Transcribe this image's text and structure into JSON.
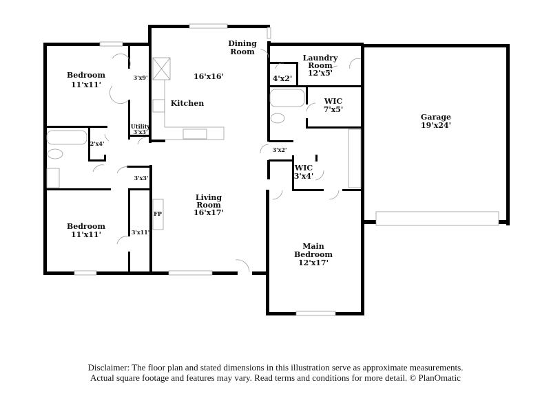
{
  "rooms": {
    "bedroom_1": {
      "name": "Bedroom",
      "dims": "11'x11'"
    },
    "closet_1": {
      "dims": "3'x9'"
    },
    "kitchen_dining": {
      "dims": "16'x16'"
    },
    "dining": {
      "name1": "Dining",
      "name2": "Room"
    },
    "kitchen": {
      "name": "Kitchen"
    },
    "utility": {
      "name": "Utility",
      "dims": "3'x3'"
    },
    "closet_2x4": {
      "dims": "2'x4'"
    },
    "closet_3x3": {
      "dims": "3'x3'"
    },
    "living": {
      "name1": "Living",
      "name2": "Room",
      "dims": "16'x17'"
    },
    "fireplace": {
      "name": "FP"
    },
    "closet_3x11": {
      "dims": "3'x11'"
    },
    "bedroom_2": {
      "name": "Bedroom",
      "dims": "11'x11'"
    },
    "laundry": {
      "name1": "Laundry",
      "name2": "Room",
      "dims": "12'x5'"
    },
    "closet_4x2": {
      "dims": "4'x2'"
    },
    "wic_1": {
      "name": "WIC",
      "dims": "7'x5'"
    },
    "garage": {
      "name": "Garage",
      "dims": "19'x24'"
    },
    "closet_3x2": {
      "dims": "3'x2'"
    },
    "wic_2": {
      "name": "WIC",
      "dims": "3'x4'"
    },
    "main_bedroom": {
      "name1": "Main",
      "name2": "Bedroom",
      "dims": "12'x17'"
    }
  },
  "disclaimer": {
    "line1": "Disclaimer: The floor plan and stated dimensions in this illustration serve as approximate measurements.",
    "line2": "Actual square footage and features may vary. Read terms and conditions for more detail. © PlanOmatic"
  }
}
